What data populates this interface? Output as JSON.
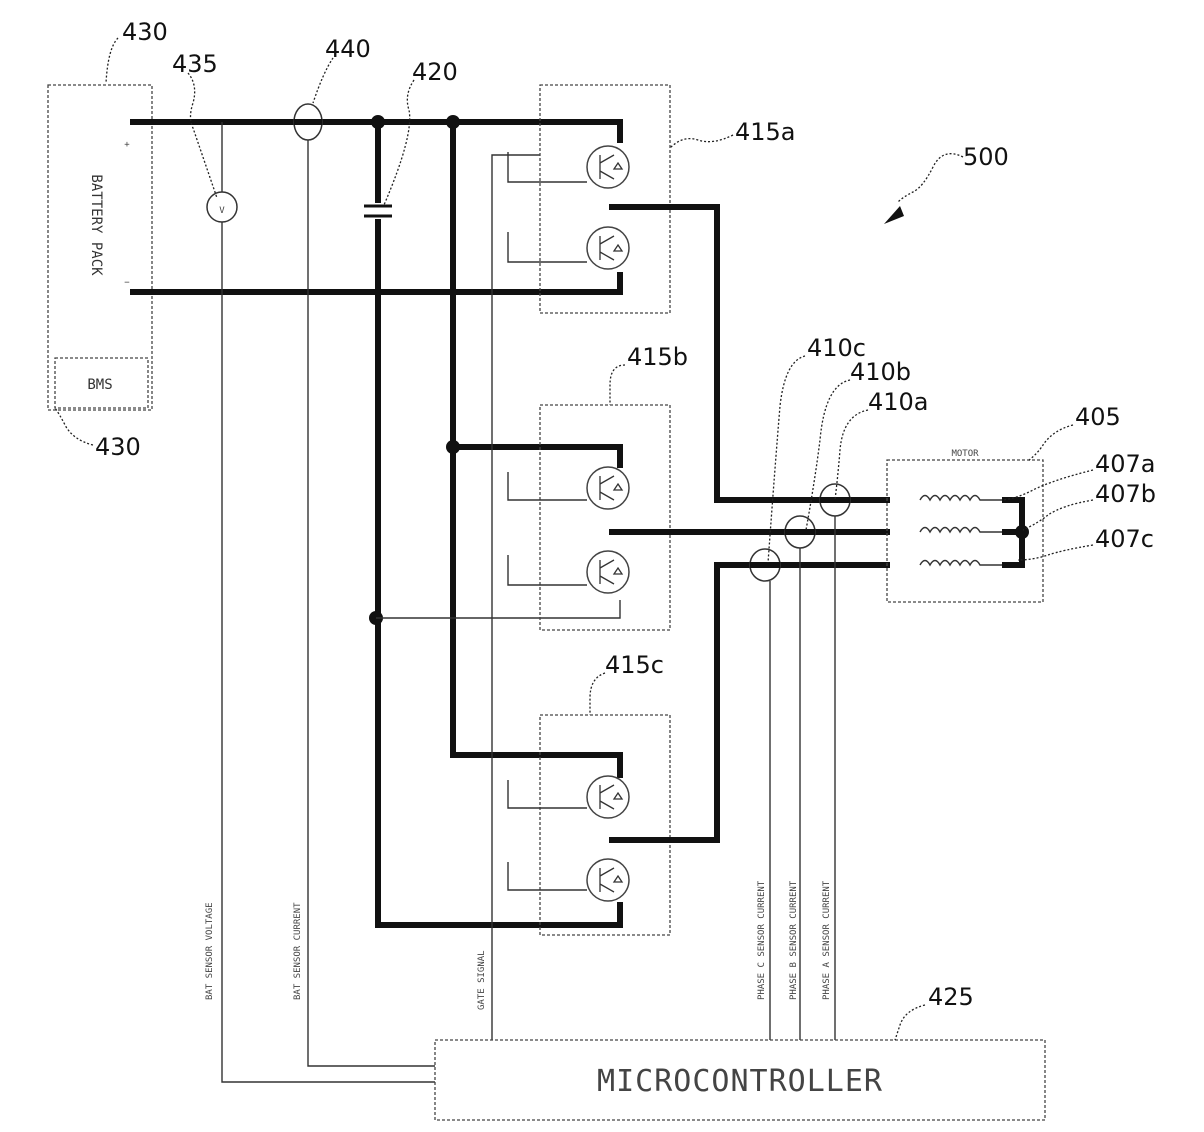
{
  "figure_number": "500",
  "labels": {
    "battery_ref_top": "430",
    "battery_ref_bottom": "430",
    "voltmeter_ref": "435",
    "dc_current_sensor_ref": "440",
    "capacitor_ref": "420",
    "switch_a_ref": "415a",
    "switch_b_ref": "415b",
    "switch_c_ref": "415c",
    "phase_sensor_c_ref": "410c",
    "phase_sensor_b_ref": "410b",
    "phase_sensor_a_ref": "410a",
    "motor_ref": "405",
    "coil_a_ref": "407a",
    "coil_b_ref": "407b",
    "coil_c_ref": "407c",
    "microcontroller_ref": "425"
  },
  "battery": {
    "text": "BATTERY PACK",
    "bms": "BMS",
    "plus": "+",
    "minus": "−"
  },
  "voltmeter_symbol": "V",
  "motor_title": "MOTOR",
  "microcontroller_text": "MICROCONTROLLER",
  "wire_captions": {
    "v_sensor": "BAT SENSOR VOLTAGE",
    "i_sensor": "BAT SENSOR CURRENT",
    "gate": "GATE SIGNAL",
    "phase_c": "PHASE C SENSOR CURRENT",
    "phase_b": "PHASE B SENSOR CURRENT",
    "phase_a": "PHASE A SENSOR CURRENT"
  }
}
